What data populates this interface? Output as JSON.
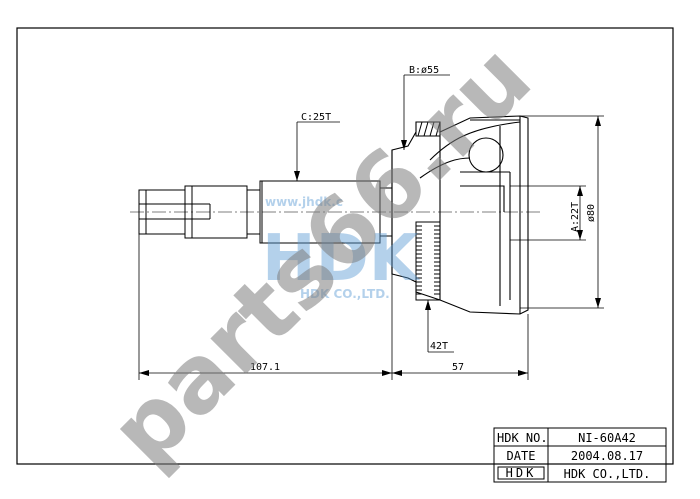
{
  "callouts": {
    "boot": "B:ø55",
    "spline_c": "C:25T",
    "spline_a": "A:22T",
    "outer_dia": "ø80",
    "abs_ring": "42T"
  },
  "dimensions": {
    "shaft_length": "107.1",
    "joint_length": "57"
  },
  "title_block": {
    "no_label": "HDK NO.",
    "no_value": "NI-60A42",
    "date_label": "DATE",
    "date_value": "2004.08.17",
    "logo_text": "HDK",
    "company": "HDK CO.,LTD."
  },
  "watermarks": {
    "hdk_url": "www.jhdk.c",
    "hdk_logo": "HDK",
    "hdk_sub": "HDK CO.,LTD.",
    "parts": "parts66.ru"
  },
  "colors": {
    "line": "#000000",
    "watermark_blue": "#5b9bd5",
    "watermark_grey": "#7f7f7f"
  }
}
